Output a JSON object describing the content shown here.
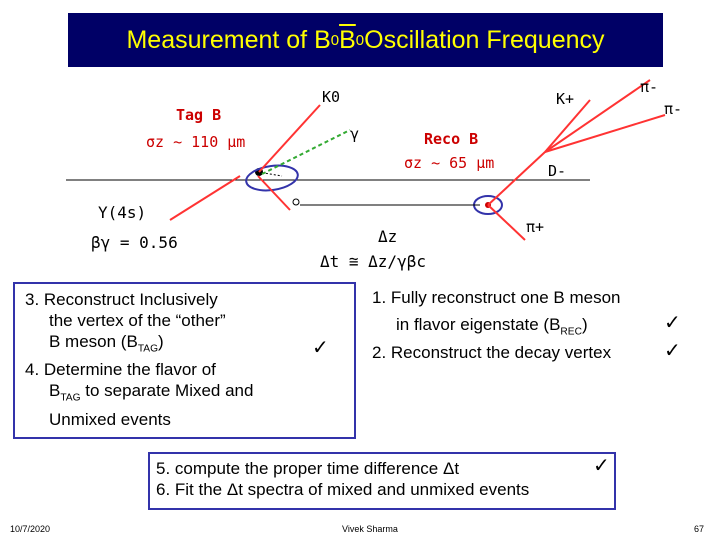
{
  "title": {
    "prefix": "Measurement of B",
    "sup1": "0",
    "bbar": "B",
    "sup2": "0",
    "suffix": " Oscillation Frequency"
  },
  "diagram": {
    "tag_b": {
      "name": "Tag B",
      "resolution": "σz ~ 110 μm"
    },
    "reco_b": {
      "name": "Reco B",
      "resolution": "σz ~ 65 μm"
    },
    "particles": {
      "k0": "K0",
      "gamma": "γ",
      "k_plus": "K+",
      "pi_minus_1": "π-",
      "pi_minus_2": "π-",
      "d_minus": "D-",
      "pi_plus": "π+"
    },
    "upsilon": "Υ(4s)",
    "boost": "βγ = 0.56",
    "delta_z": "Δz",
    "delta_t": "Δt ≅ Δz/γβc"
  },
  "left_steps": {
    "step3_line1": "3. Reconstruct Inclusively",
    "step3_line2": "the vertex of the “other”",
    "step3_line3_pre": "B meson (B",
    "step3_line3_sub": "TAG",
    "step3_line3_post": ")",
    "step4_line1": "4. Determine the flavor of",
    "step4_line2_pre": "B",
    "step4_line2_sub": "TAG",
    "step4_line2_post": " to separate Mixed and",
    "step4_line3": "Unmixed events",
    "check": "✓"
  },
  "right_steps": {
    "step1_line1": "1. Fully reconstruct one B meson",
    "step1_line2_pre": "in flavor eigenstate (B",
    "step1_line2_sub": "REC",
    "step1_line2_post": ")",
    "step2": "2. Reconstruct the decay vertex",
    "check1": "✓",
    "check2": "✓"
  },
  "bottom_steps": {
    "step5": "5. compute the proper time difference Δt",
    "step6": "6. Fit the Δt spectra of mixed and unmixed events",
    "check": "✓"
  },
  "footer": {
    "date": "10/7/2020",
    "author": "Vivek Sharma",
    "page": "67"
  },
  "colors": {
    "banner": "#000066",
    "title_text": "#ffff00",
    "tracks": "#ff3333",
    "green_track": "#33aa33",
    "box_border": "#3333aa",
    "ellipse": "#3333aa"
  }
}
